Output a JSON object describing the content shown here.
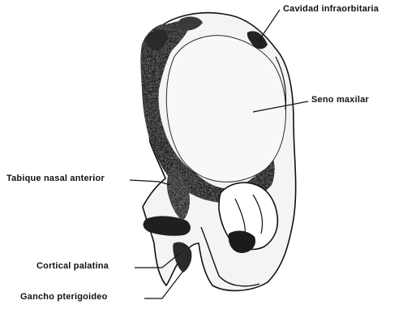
{
  "labels": {
    "cavidad": "Cavidad infraorbitaria",
    "seno": "Seno maxilar",
    "tabique": "Tabique nasal anterior",
    "cortical": "Cortical palatina",
    "gancho": "Gancho pterigoideo"
  },
  "colors": {
    "ink": "#111111",
    "bone_dark": "#1a1a1a",
    "bone_mid": "#4a4a4a",
    "bone_light": "#f2f2f2",
    "background": "#ffffff"
  }
}
